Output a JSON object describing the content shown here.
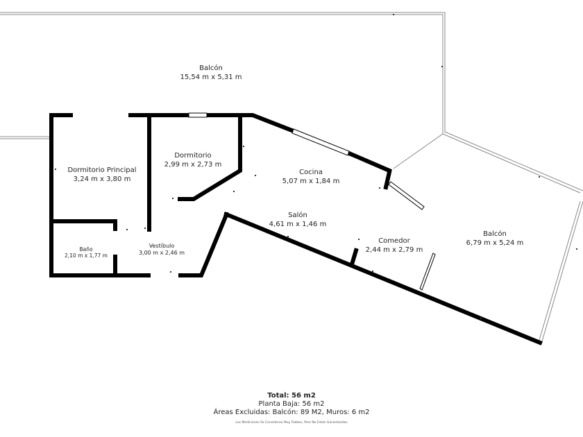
{
  "colors": {
    "wall": "#000000",
    "balcony_line": "#888888",
    "text": "#222222",
    "background": "#ffffff"
  },
  "rooms": {
    "balcon_top": {
      "name": "Balcón",
      "dim": "15,54 m x 5,31 m"
    },
    "dorm_ppal": {
      "name": "Dormitorio Principal",
      "dim": "3,24 m x 3,80 m"
    },
    "dormitorio": {
      "name": "Dormitorio",
      "dim": "2,99 m x 2,73 m"
    },
    "cocina": {
      "name": "Cocina",
      "dim": "5,07 m x 1,84 m"
    },
    "salon": {
      "name": "Salón",
      "dim": "4,61 m x 1,46 m"
    },
    "comedor": {
      "name": "Comedor",
      "dim": "2,44 m x 2,79 m"
    },
    "balcon_right": {
      "name": "Balcón",
      "dim": "6,79 m x 5,24 m"
    },
    "bano": {
      "name": "Baño",
      "dim": "2,10 m x 1,77 m"
    },
    "vestibulo": {
      "name": "Vestíbulo",
      "dim": "3,00 m x 2,46 m"
    }
  },
  "summary": {
    "total": "Total: 56 m2",
    "planta": "Planta Baja: 56 m2",
    "excluidas": "Áreas Excluidas: Balcón: 89 M2, Muros: 6 m2",
    "note": "Las Mediciones Se Consideran Muy Fiables, Pero No Están Garantizadas"
  }
}
